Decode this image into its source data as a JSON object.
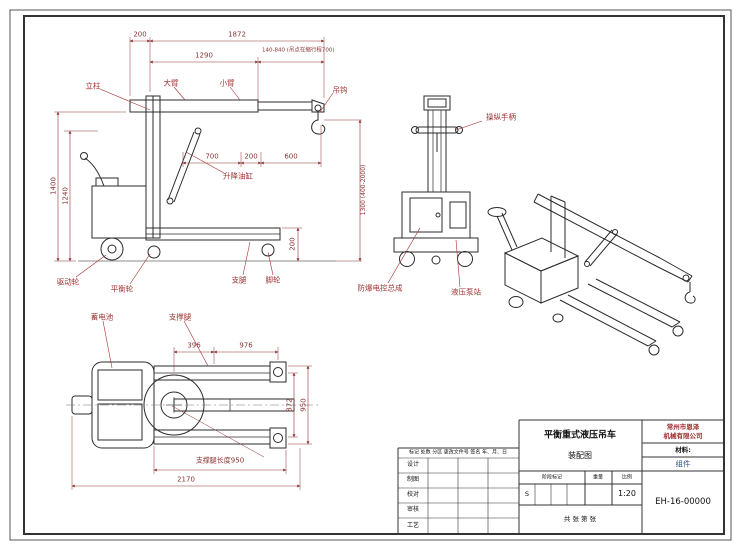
{
  "colors": {
    "label": "#a03030",
    "dimension": "#8b3333",
    "line": "#2b2b2b",
    "material_value": "#2f4f8f"
  },
  "views": {
    "side": {
      "dim_200_top": "200",
      "dim_1872": "1872",
      "dim_1290": "1290",
      "dim_travel_note": "140-840 (吊点在缩行程700)",
      "label_column": "立柱",
      "label_boom": "大臂",
      "label_jib": "小臂",
      "label_hook": "吊钩",
      "dim_700": "700",
      "dim_200_mid": "200",
      "dim_600": "600",
      "label_lift_cylinder": "升降油缸",
      "dim_1400": "1400",
      "dim_1240": "1240",
      "dim_lift_range": "1300 (400-2000)",
      "dim_200_right": "200",
      "label_drive_wheel": "驱动轮",
      "label_balance_wheel": "平衡轮",
      "label_outrigger": "支腿",
      "label_caster": "脚轮"
    },
    "rear": {
      "label_handle": "操纵手柄",
      "label_control_box": "防爆电控总成",
      "label_pump_station": "液压泵站"
    },
    "top": {
      "label_battery": "蓄电池",
      "label_support_leg": "支撑腿",
      "dim_396": "396",
      "dim_976": "976",
      "dim_872": "872",
      "dim_950": "950",
      "note_leg_length": "支撑腿长度950",
      "dim_2170": "2170"
    }
  },
  "title_block": {
    "company_line1": "常州市恩泽",
    "company_line2": "机械有限公司",
    "product_name": "平衡重式液压吊车",
    "drawing_name": "装配图",
    "material_label": "材料:",
    "material_value": "组件",
    "drawing_no": "EH-16-00000",
    "scale_value": "1:20",
    "stage_mark": "S",
    "revision_header": "标记 处数 分区 更改文件号 签名 年、月、日",
    "roles": [
      "设计",
      "制图",
      "校对",
      "审核",
      "工艺"
    ],
    "col_stage": "阶段标记",
    "col_weight": "重量",
    "col_scale": "比例",
    "sheet_note": "共 张 第 张"
  }
}
